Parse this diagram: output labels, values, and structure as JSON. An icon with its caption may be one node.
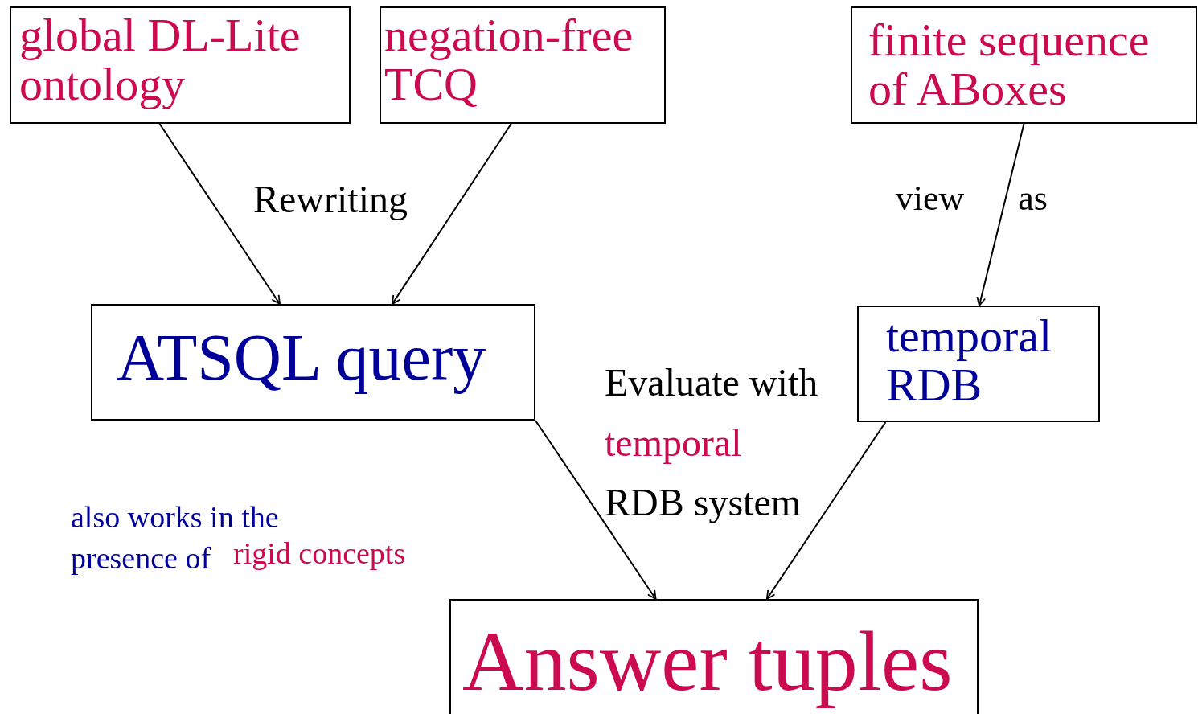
{
  "diagram": {
    "nodes": [
      {
        "text": [
          "global DL-Lite ontology"
        ]
      },
      {
        "text": [
          "negation-free TCQ"
        ]
      },
      {
        "text": [
          "finite sequence of ABoxes"
        ]
      },
      {
        "text": [
          "ATSQL query"
        ]
      },
      {
        "text": [
          "temporal RDB"
        ]
      },
      {
        "text": [
          "Answer tuples"
        ]
      }
    ],
    "edges": [
      {
        "from": 0,
        "to": 3,
        "arrow": "to"
      },
      {
        "from": 1,
        "to": 3,
        "arrow": "to"
      },
      {
        "from": 2,
        "to": 4,
        "label": "view as",
        "arrow": "to"
      },
      {
        "from": 3,
        "to": 5,
        "arrow": "to"
      },
      {
        "from": 4,
        "to": 5,
        "arrow": "to"
      }
    ],
    "labels": [
      "Rewriting",
      "Evaluate with",
      "temporal",
      "RDB system",
      "also works in the presence of",
      "rigid concepts"
    ]
  }
}
